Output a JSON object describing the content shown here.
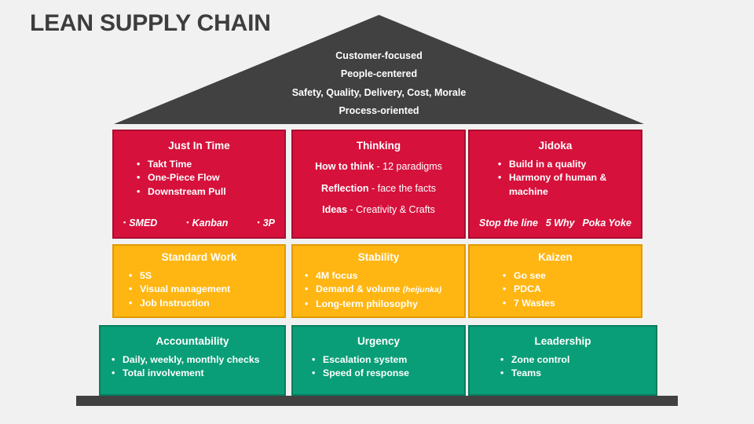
{
  "slide_title": "LEAN SUPPLY CHAIN",
  "icons": {
    "round_bullet": "•",
    "square_bullet": "▪"
  },
  "colors": {
    "background": "#F1F1F1",
    "title_text": "#3D3D3D",
    "roof": "#414141",
    "red_fill": "#D6113C",
    "red_border": "#A80D2F",
    "orange_fill": "#FFB612",
    "orange_border": "#E09900",
    "green_fill": "#099E77",
    "green_border": "#077D5E",
    "base_bar": "#414141",
    "box_text": "#FFFFFF"
  },
  "roof": {
    "lines": [
      "Customer-focused",
      "People-centered",
      "Safety, Quality, Delivery, Cost, Morale",
      "Process-oriented"
    ]
  },
  "boxes": {
    "just_in_time": {
      "title": "Just In Time",
      "bullets": [
        "Takt Time",
        "One-Piece Flow",
        "Downstream Pull"
      ],
      "tags": [
        "SMED",
        "Kanban",
        "3P"
      ]
    },
    "thinking": {
      "title": "Thinking",
      "lines": [
        {
          "lead": "How to think",
          "rest": " - 12 paradigms"
        },
        {
          "lead": "Reflection",
          "rest": " - face the facts"
        },
        {
          "lead": "Ideas",
          "rest": " - Creativity & Crafts"
        }
      ]
    },
    "jidoka": {
      "title": "Jidoka",
      "bullets": [
        "Build in a quality",
        "Harmony of human & machine"
      ],
      "tags": [
        "Stop the line",
        "5 Why",
        "Poka Yoke"
      ]
    },
    "standard_work": {
      "title": "Standard Work",
      "bullets": [
        "5S",
        "Visual management",
        "Job Instruction"
      ]
    },
    "stability": {
      "title": "Stability",
      "bullets": [
        {
          "text": "4M focus",
          "note": ""
        },
        {
          "text": "Demand & volume ",
          "note": "(heijunka)"
        },
        {
          "text": "Long-term philosophy",
          "note": ""
        }
      ]
    },
    "kaizen": {
      "title": "Kaizen",
      "bullets": [
        "Go see",
        "PDCA",
        "7 Wastes"
      ]
    },
    "accountability": {
      "title": "Accountability",
      "bullets": [
        "Daily, weekly, monthly checks",
        "Total involvement"
      ]
    },
    "urgency": {
      "title": "Urgency",
      "bullets": [
        "Escalation system",
        "Speed of response"
      ]
    },
    "leadership": {
      "title": "Leadership",
      "bullets": [
        "Zone control",
        "Teams"
      ]
    }
  }
}
